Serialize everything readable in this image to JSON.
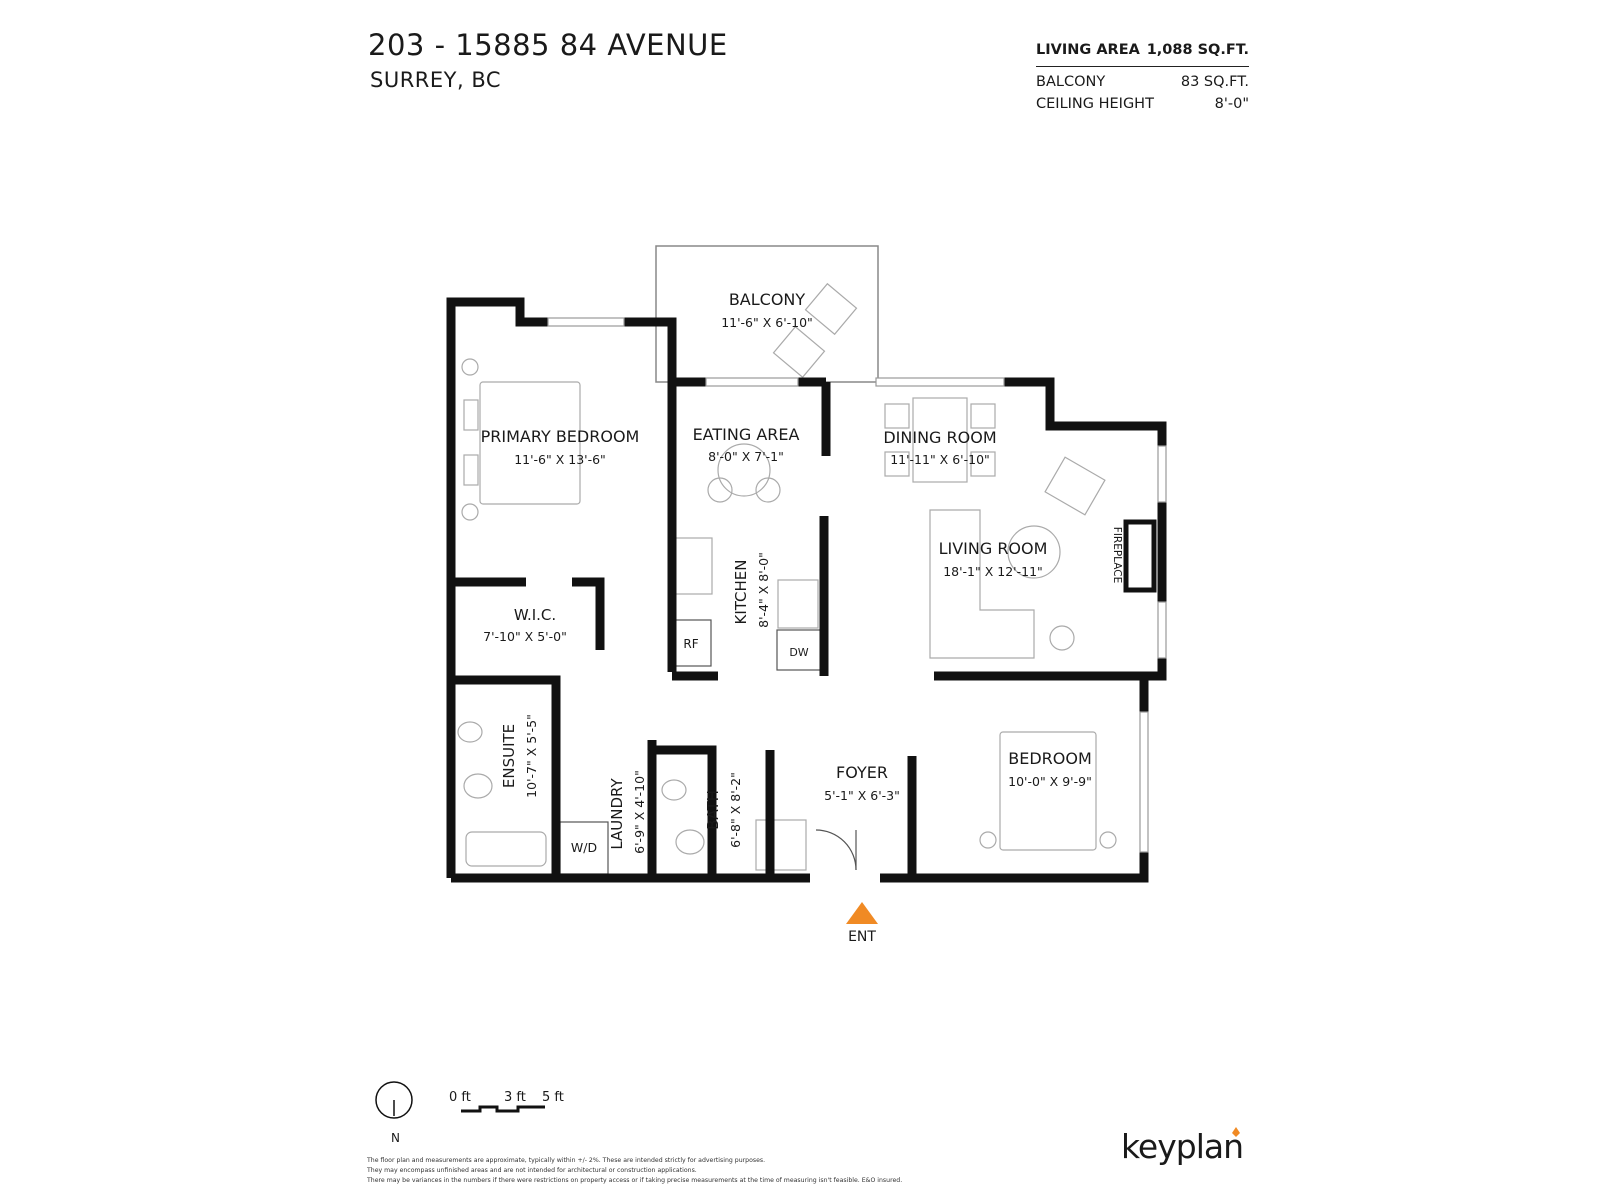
{
  "header": {
    "address": "203 - 15885 84 AVENUE",
    "city": "SURREY, BC"
  },
  "stats": {
    "living_area_label": "LIVING AREA",
    "living_area_value": "1,088 SQ.FT.",
    "balcony_label": "BALCONY",
    "balcony_value": "83 SQ.FT.",
    "ceiling_label": "CEILING HEIGHT",
    "ceiling_value": "8'-0\""
  },
  "rooms": {
    "balcony": {
      "name": "BALCONY",
      "dims": "11'-6\"  X  6'-10\""
    },
    "primary_bedroom": {
      "name": "PRIMARY BEDROOM",
      "dims": "11'-6\"  X  13'-6\""
    },
    "eating_area": {
      "name": "EATING AREA",
      "dims": "8'-0\"  X  7'-1\""
    },
    "dining_room": {
      "name": "DINING ROOM",
      "dims": "11'-11\"  X  6'-10\""
    },
    "kitchen": {
      "name": "KITCHEN",
      "dims": "8'-4\"  X  8'-0\""
    },
    "living_room": {
      "name": "LIVING ROOM",
      "dims": "18'-1\"  X  12'-11\""
    },
    "fireplace": {
      "name": "FIREPLACE"
    },
    "wic": {
      "name": "W.I.C.",
      "dims": "7'-10\"  X  5'-0\""
    },
    "ensuite": {
      "name": "ENSUITE",
      "dims": "10'-7\"  X  5'-5\""
    },
    "laundry": {
      "name": "LAUNDRY",
      "dims": "6'-9\"  X  4'-10\""
    },
    "bath": {
      "name": "BATH",
      "dims": "6'-8\"  X  8'-2\""
    },
    "foyer": {
      "name": "FOYER",
      "dims": "5'-1\" X 6'-3\""
    },
    "bedroom": {
      "name": "BEDROOM",
      "dims": "10'-0\"  X  9'-9\""
    }
  },
  "fixtures": {
    "rf": "RF",
    "dw": "DW",
    "wd": "W/D"
  },
  "entrance": "ENT",
  "north": "N",
  "scale": {
    "zero": "0 ft",
    "three": "3 ft",
    "five": "5 ft"
  },
  "disclaimer": [
    "The floor plan and measurements are approximate, typically within +/- 2%. These are intended strictly for advertising purposes.",
    "They may encompass unfinished areas and are not intended for architectural or construction applications.",
    "There may be variances in the numbers if there were restrictions on property access or if taking precise measurements at the time of measuring isn't feasible. E&O insured."
  ],
  "brand": "keyplan",
  "colors": {
    "wall": "#111111",
    "accent": "#f08a24",
    "line": "#888888"
  }
}
